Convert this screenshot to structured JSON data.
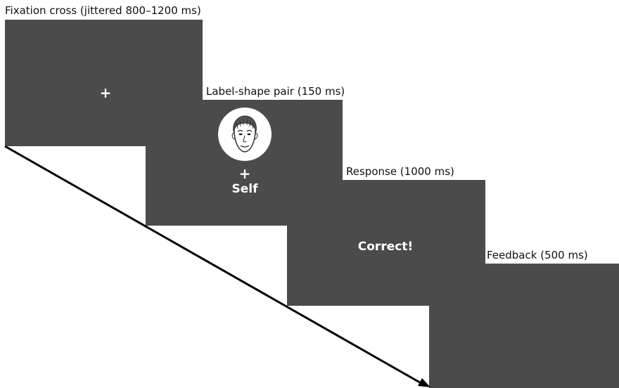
{
  "stages": [
    {
      "label": "Fixation cross (jittered 800–1200 ms)",
      "symbol": "+"
    },
    {
      "label": "Label-shape pair (150 ms)",
      "image": "face-drawing",
      "symbol": "+",
      "word": "Self"
    },
    {
      "label": "Response (1000 ms)",
      "text": "Correct!"
    },
    {
      "label": "Feedback (500 ms)"
    }
  ],
  "colors": {
    "screen": "#4b4b4b",
    "background": "#ffffff",
    "screen_text": "#ffffff",
    "arrow": "#000000"
  },
  "arrow": {
    "meaning": "time",
    "icon": "diagonal-arrow"
  }
}
